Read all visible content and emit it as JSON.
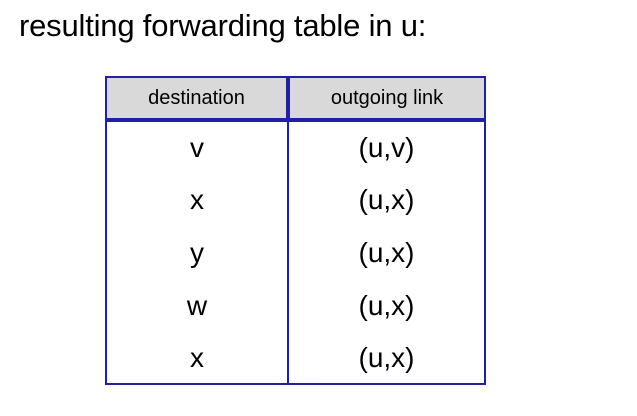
{
  "slide": {
    "title": "resulting forwarding table in u:",
    "background_color": "#FFFFFF",
    "text_color": "#000000"
  },
  "table": {
    "border_color": "#1F1FA8",
    "header_background": "#D9D9D9",
    "headers": {
      "destination": "destination",
      "outgoing_link": "outgoing link"
    },
    "rows": [
      {
        "destination": "v",
        "outgoing_link": "(u,v)"
      },
      {
        "destination": "x",
        "outgoing_link": "(u,x)"
      },
      {
        "destination": "y",
        "outgoing_link": "(u,x)"
      },
      {
        "destination": "w",
        "outgoing_link": "(u,x)"
      },
      {
        "destination": "x",
        "outgoing_link": "(u,x)"
      }
    ]
  }
}
